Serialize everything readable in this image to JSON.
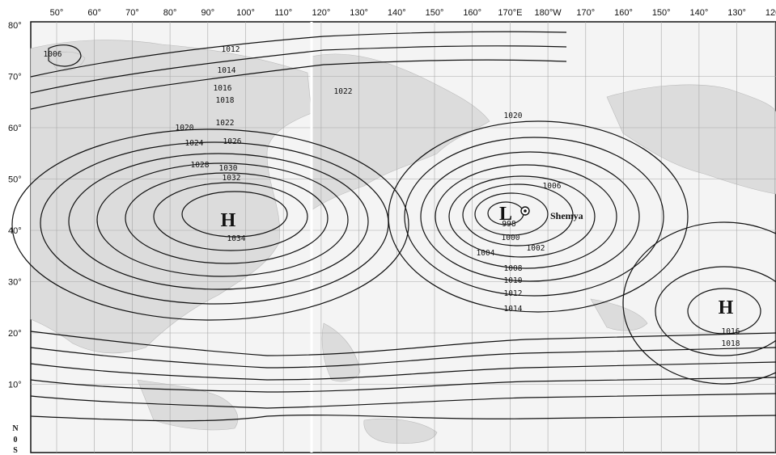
{
  "map": {
    "longitude_labels": [
      "50°",
      "60°",
      "70°",
      "80°",
      "90°",
      "100°",
      "110°",
      "120°",
      "130°",
      "140°",
      "150°",
      "160°",
      "170°E",
      "180°W",
      "170°",
      "160°",
      "150°",
      "140°",
      "130°",
      "120°"
    ],
    "latitude_labels": [
      "80°",
      "70°",
      "60°",
      "50°",
      "40°",
      "30°",
      "20°",
      "10°"
    ],
    "equator_labels": [
      "N",
      "0",
      "S"
    ],
    "centers": [
      {
        "id": "h-asia",
        "label": "H",
        "type": "high"
      },
      {
        "id": "l-aleutian",
        "label": "L",
        "type": "low"
      },
      {
        "id": "h-pacific",
        "label": "H",
        "type": "high"
      }
    ],
    "station": {
      "name": "Shemya"
    },
    "isobar_labels": [
      "1006",
      "1012",
      "1014",
      "1016",
      "1018",
      "1020",
      "1022",
      "1024",
      "1026",
      "1028",
      "1030",
      "1032",
      "1034",
      "998",
      "1000",
      "1002",
      "1004",
      "1006",
      "1008",
      "1010",
      "1012",
      "1014",
      "1016",
      "1018",
      "1020",
      "1022"
    ]
  }
}
